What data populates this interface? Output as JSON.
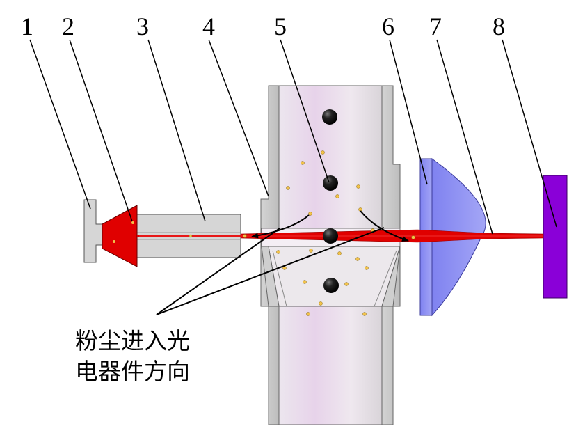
{
  "labels": [
    {
      "id": "label-1",
      "text": "1"
    },
    {
      "id": "label-2",
      "text": "2"
    },
    {
      "id": "label-3",
      "text": "3"
    },
    {
      "id": "label-4",
      "text": "4"
    },
    {
      "id": "label-5",
      "text": "5"
    },
    {
      "id": "label-6",
      "text": "6"
    },
    {
      "id": "label-7",
      "text": "7"
    },
    {
      "id": "label-8",
      "text": "8"
    }
  ],
  "caption": {
    "line1": "粉尘进入光",
    "line2": "电器件方向"
  },
  "colors": {
    "laser": "#e00000",
    "pipe": "#dcd4dc",
    "lens": "#8e8ef5",
    "target": "#8a00d8",
    "particle": "#f2c24a",
    "housing": "#d8d8d8"
  }
}
